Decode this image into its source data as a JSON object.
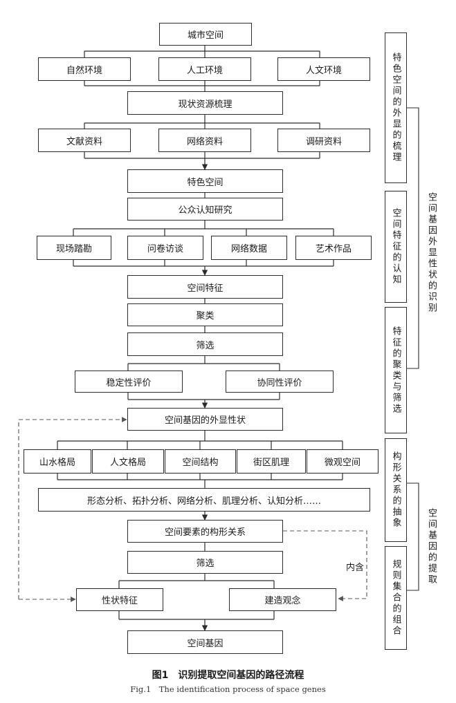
{
  "nodes": {
    "city_space": "城市空间",
    "natural_env": "自然环境",
    "artificial_env": "人工环境",
    "humanistic_env": "人文环境",
    "resource_sorting": "现状资源梳理",
    "literature": "文献资料",
    "network_data": "网络资料",
    "survey_data": "调研资料",
    "feature_space": "特色空间",
    "public_cognition": "公众认知研究",
    "field_survey": "现场踏勘",
    "questionnaire": "问卷访谈",
    "network_numbers": "网络数据",
    "art_works": "艺术作品",
    "space_features": "空间特征",
    "clustering": "聚类",
    "screening_1": "筛选",
    "stability_eval": "稳定性评价",
    "synergy_eval": "协同性评价",
    "gene_traits": "空间基因的外显性状",
    "landscape_pattern": "山水格局",
    "humanistic_pattern": "人文格局",
    "spatial_structure": "空间结构",
    "block_texture": "街区肌理",
    "micro_space": "微观空间",
    "analysis_methods": "形态分析、拓扑分析、网络分析、肌理分析、认知分析……",
    "configuration": "空间要素的构形关系",
    "screening_2": "筛选",
    "trait_features": "性状特征",
    "construction_concept": "建造观念",
    "space_gene": "空间基因"
  },
  "edge_labels": {
    "contains": "内含"
  },
  "stages": {
    "stage_1": "特色空间的外显的梳理",
    "stage_2": "空间特征的认知",
    "stage_3": "特征的聚类与筛选",
    "stage_4": "构形关系的抽象",
    "stage_5": "规则集合的组合"
  },
  "groups": {
    "group_1": "空间基因外显性状的识别",
    "group_2": "空间基因的提取"
  },
  "caption": {
    "cn": "图1　识别提取空间基因的路径流程",
    "en": "Fig.1　The identification process of space genes"
  }
}
